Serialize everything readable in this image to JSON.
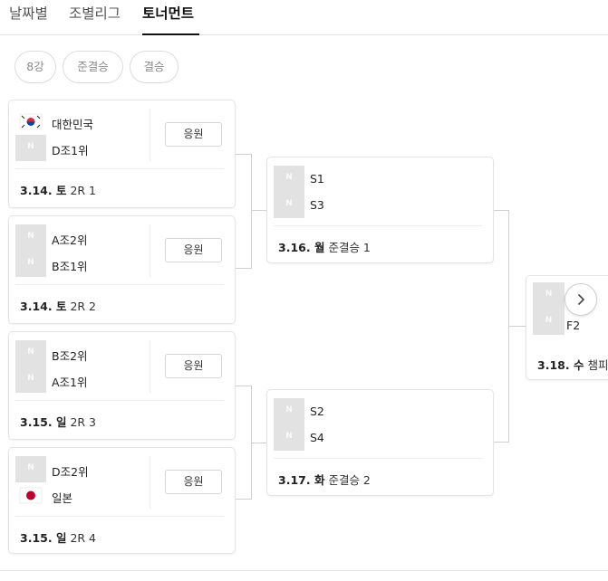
{
  "tabs": [
    "날짜별",
    "조별리그",
    "토너먼트"
  ],
  "active_tab": 2,
  "filters": [
    "8강",
    "준결승",
    "결승"
  ],
  "placeholder_mark": "N",
  "cheer_label": "응원",
  "colors": {
    "korea_red": "#cd2e3a",
    "korea_blue": "#0047a0",
    "japan_red": "#bc002d"
  },
  "quarterfinals": [
    {
      "team1": "대한민국",
      "team1_flag": "korea-flag",
      "team2": "D조1위",
      "date": "3.14. 토",
      "round": "2R 1"
    },
    {
      "team1": "A조2위",
      "team2": "B조1위",
      "date": "3.14. 토",
      "round": "2R 2"
    },
    {
      "team1": "B조2위",
      "team2": "A조1위",
      "date": "3.15. 일",
      "round": "2R 3"
    },
    {
      "team1": "D조2위",
      "team2": "일본",
      "team2_flag": "japan-flag",
      "date": "3.15. 일",
      "round": "2R 4"
    }
  ],
  "semifinals": [
    {
      "team1": "S1",
      "team2": "S3",
      "date": "3.16. 월",
      "round": "준결승 1"
    },
    {
      "team1": "S2",
      "team2": "S4",
      "date": "3.17. 화",
      "round": "준결승 2"
    }
  ],
  "final": {
    "team2": "F2",
    "date": "3.18. 수",
    "round": "챔피"
  }
}
